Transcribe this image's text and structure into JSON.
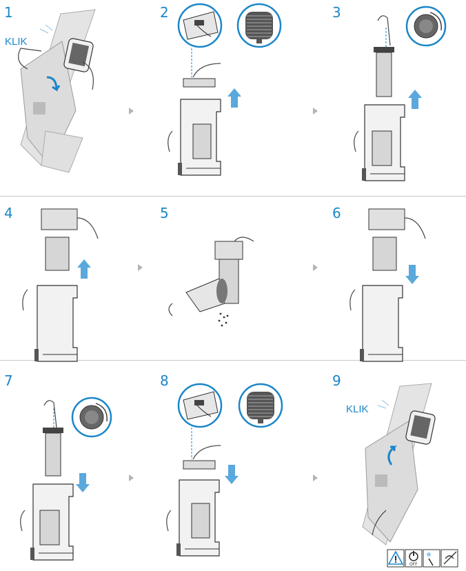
{
  "steps": [
    {
      "number": "1"
    },
    {
      "number": "2"
    },
    {
      "number": "3"
    },
    {
      "number": "4"
    },
    {
      "number": "5"
    },
    {
      "number": "6"
    },
    {
      "number": "7"
    },
    {
      "number": "8"
    },
    {
      "number": "9"
    }
  ],
  "labels": {
    "klik_top": "KLIK",
    "klik_bottom": "KLIK"
  },
  "warning_icons": {
    "power_text": "OFF",
    "icons": [
      "warning-triangle-icon",
      "power-off-icon",
      "no-water-icon",
      "no-hand-icon"
    ]
  },
  "colors": {
    "accent": "#1a86c8",
    "arrow_blue": "#5aa8dc",
    "line": "#3a3a3a",
    "fill_gray": "#e2e2e2",
    "divider": "#c8c8c8"
  }
}
